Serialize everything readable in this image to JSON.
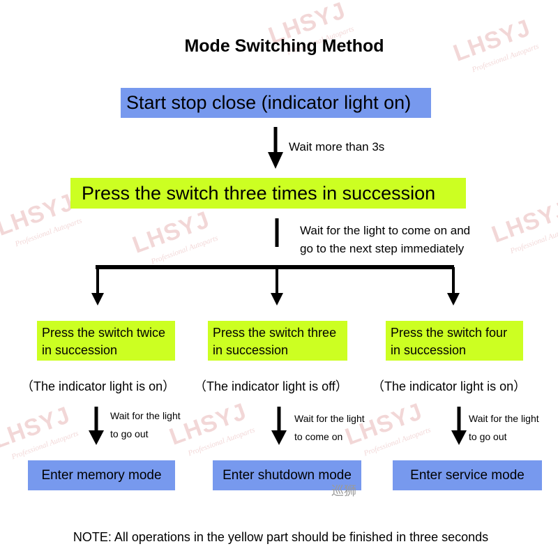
{
  "title": "Mode Switching Method",
  "watermark": {
    "logo": "LHSYJ",
    "tagline": "Professional Autoparts",
    "color": "#e8b8b8"
  },
  "steps": {
    "start": "Start stop close (indicator light on)",
    "wait_1": "Wait more than 3s",
    "press_three": "Press the switch three times in succession",
    "wait_2_line1": "Wait for the light to come on and",
    "wait_2_line2": "go to the next step immediately"
  },
  "branches": [
    {
      "action_line1": "Press the switch twice",
      "action_line2": "in succession",
      "indicator": "（The indicator light is on）",
      "wait_line1": "Wait for the light",
      "wait_line2": "to go out",
      "mode": "Enter memory mode"
    },
    {
      "action_line1": "Press the switch three",
      "action_line2": "in succession",
      "indicator": "（The indicator light is off）",
      "wait_line1": "Wait for the light",
      "wait_line2": "to come on",
      "mode": "Enter shutdown mode"
    },
    {
      "action_line1": "Press the switch four",
      "action_line2": "in succession",
      "indicator": "（The indicator light is on）",
      "wait_line1": "Wait for the light",
      "wait_line2": "to go out",
      "mode": "Enter service mode"
    }
  ],
  "stamp": "巡狮",
  "footer": "NOTE: All operations in the yellow part should be finished in three seconds",
  "colors": {
    "blue_box": "#7799ee",
    "yellow_box": "#ccff22"
  }
}
